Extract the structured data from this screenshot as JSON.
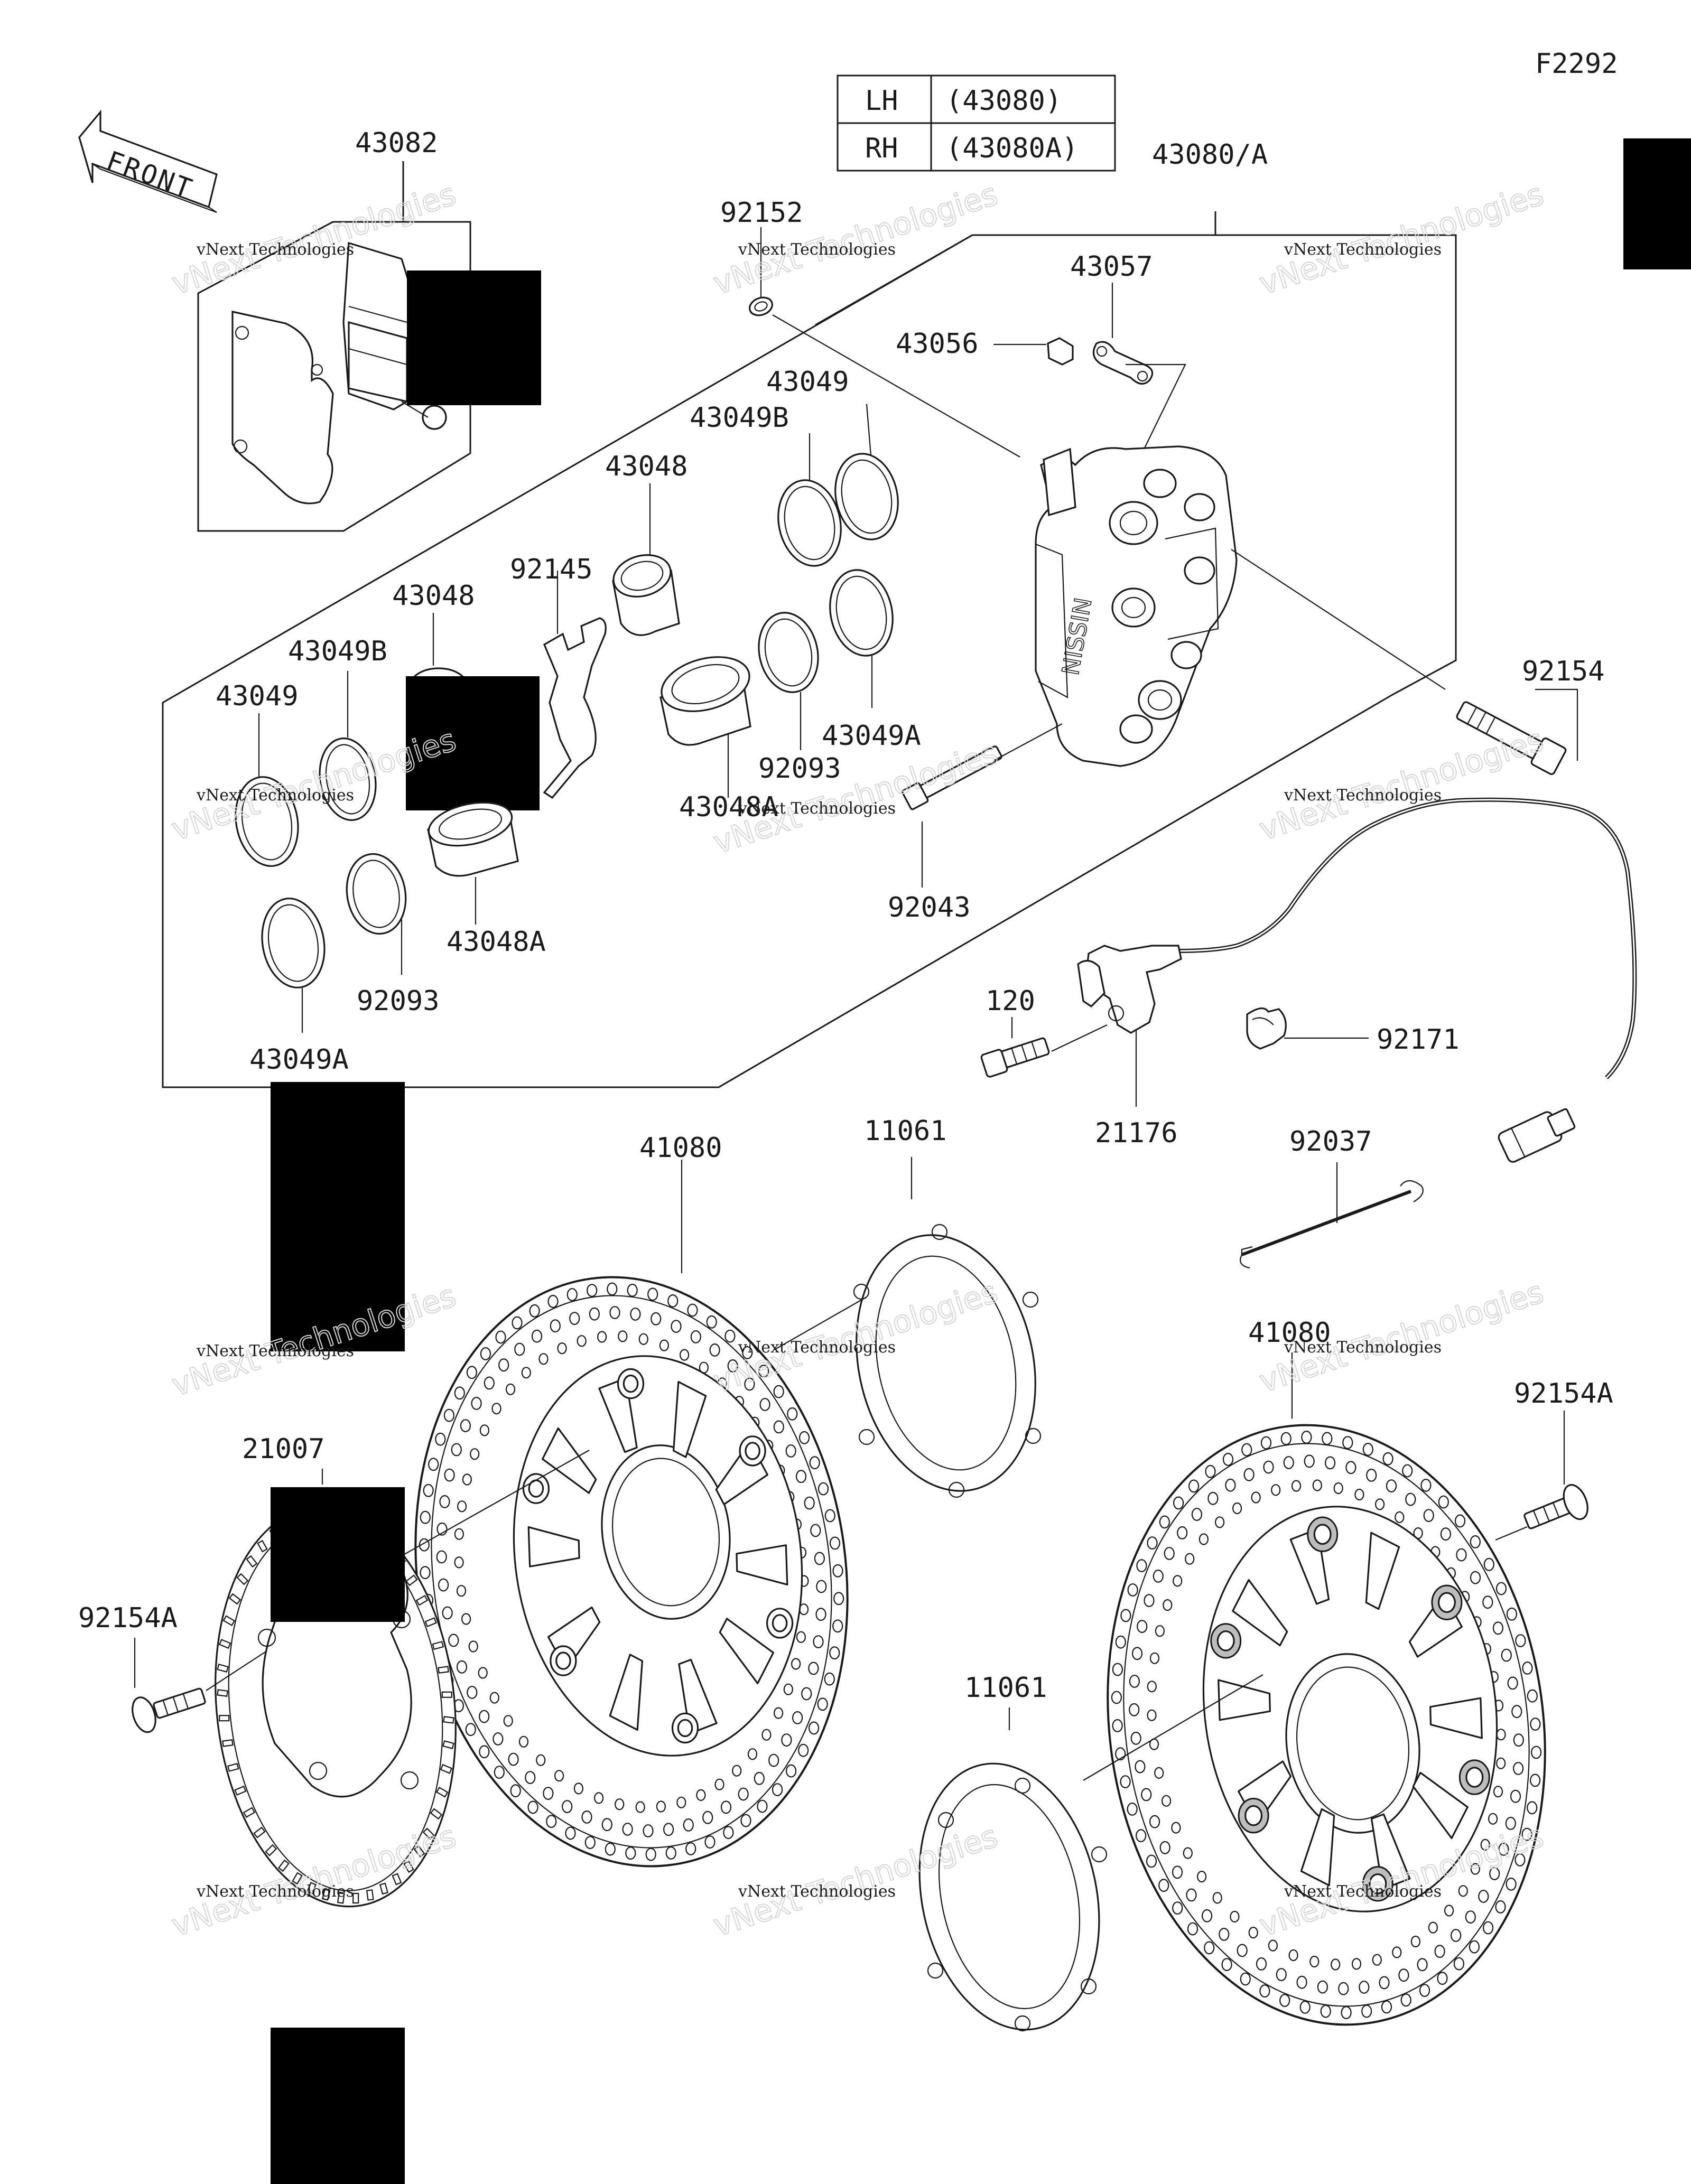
{
  "figure_code": "F2292",
  "front_label": "FRONT",
  "side_table": {
    "rows": [
      {
        "side": "LH",
        "part": "(43080)"
      },
      {
        "side": "RH",
        "part": "(43080A)"
      }
    ]
  },
  "watermark": {
    "text": "vNext Technologies",
    "big_text": "vNext Technologies"
  },
  "callouts": {
    "c43082": "43082",
    "c92152": "92152",
    "c43080A": "43080/A",
    "c43057": "43057",
    "c43056": "43056",
    "c43049_top": "43049",
    "c43049B_top": "43049B",
    "c43048_top": "43048",
    "c92145": "92145",
    "c43048_left": "43048",
    "c43049B_left": "43049B",
    "c43049_left": "43049",
    "c92154": "92154",
    "c92093_right": "92093",
    "c43049A_right": "43049A",
    "c43048A_right": "43048A",
    "c92043": "92043",
    "c43048A_left": "43048A",
    "c92093_left": "92093",
    "c43049A_left": "43049A",
    "c120": "120",
    "c92171": "92171",
    "c21176": "21176",
    "c41080_left": "41080",
    "c11061_top": "11061",
    "c92037": "92037",
    "c41080_right": "41080",
    "c92154A_right": "92154A",
    "c21007": "21007",
    "c92154A_left": "92154A",
    "c11061_bottom": "11061"
  },
  "colors": {
    "line": "#1a1a1a",
    "background": "#ffffff",
    "redaction": "#000000",
    "corner_tab": "#000000"
  }
}
